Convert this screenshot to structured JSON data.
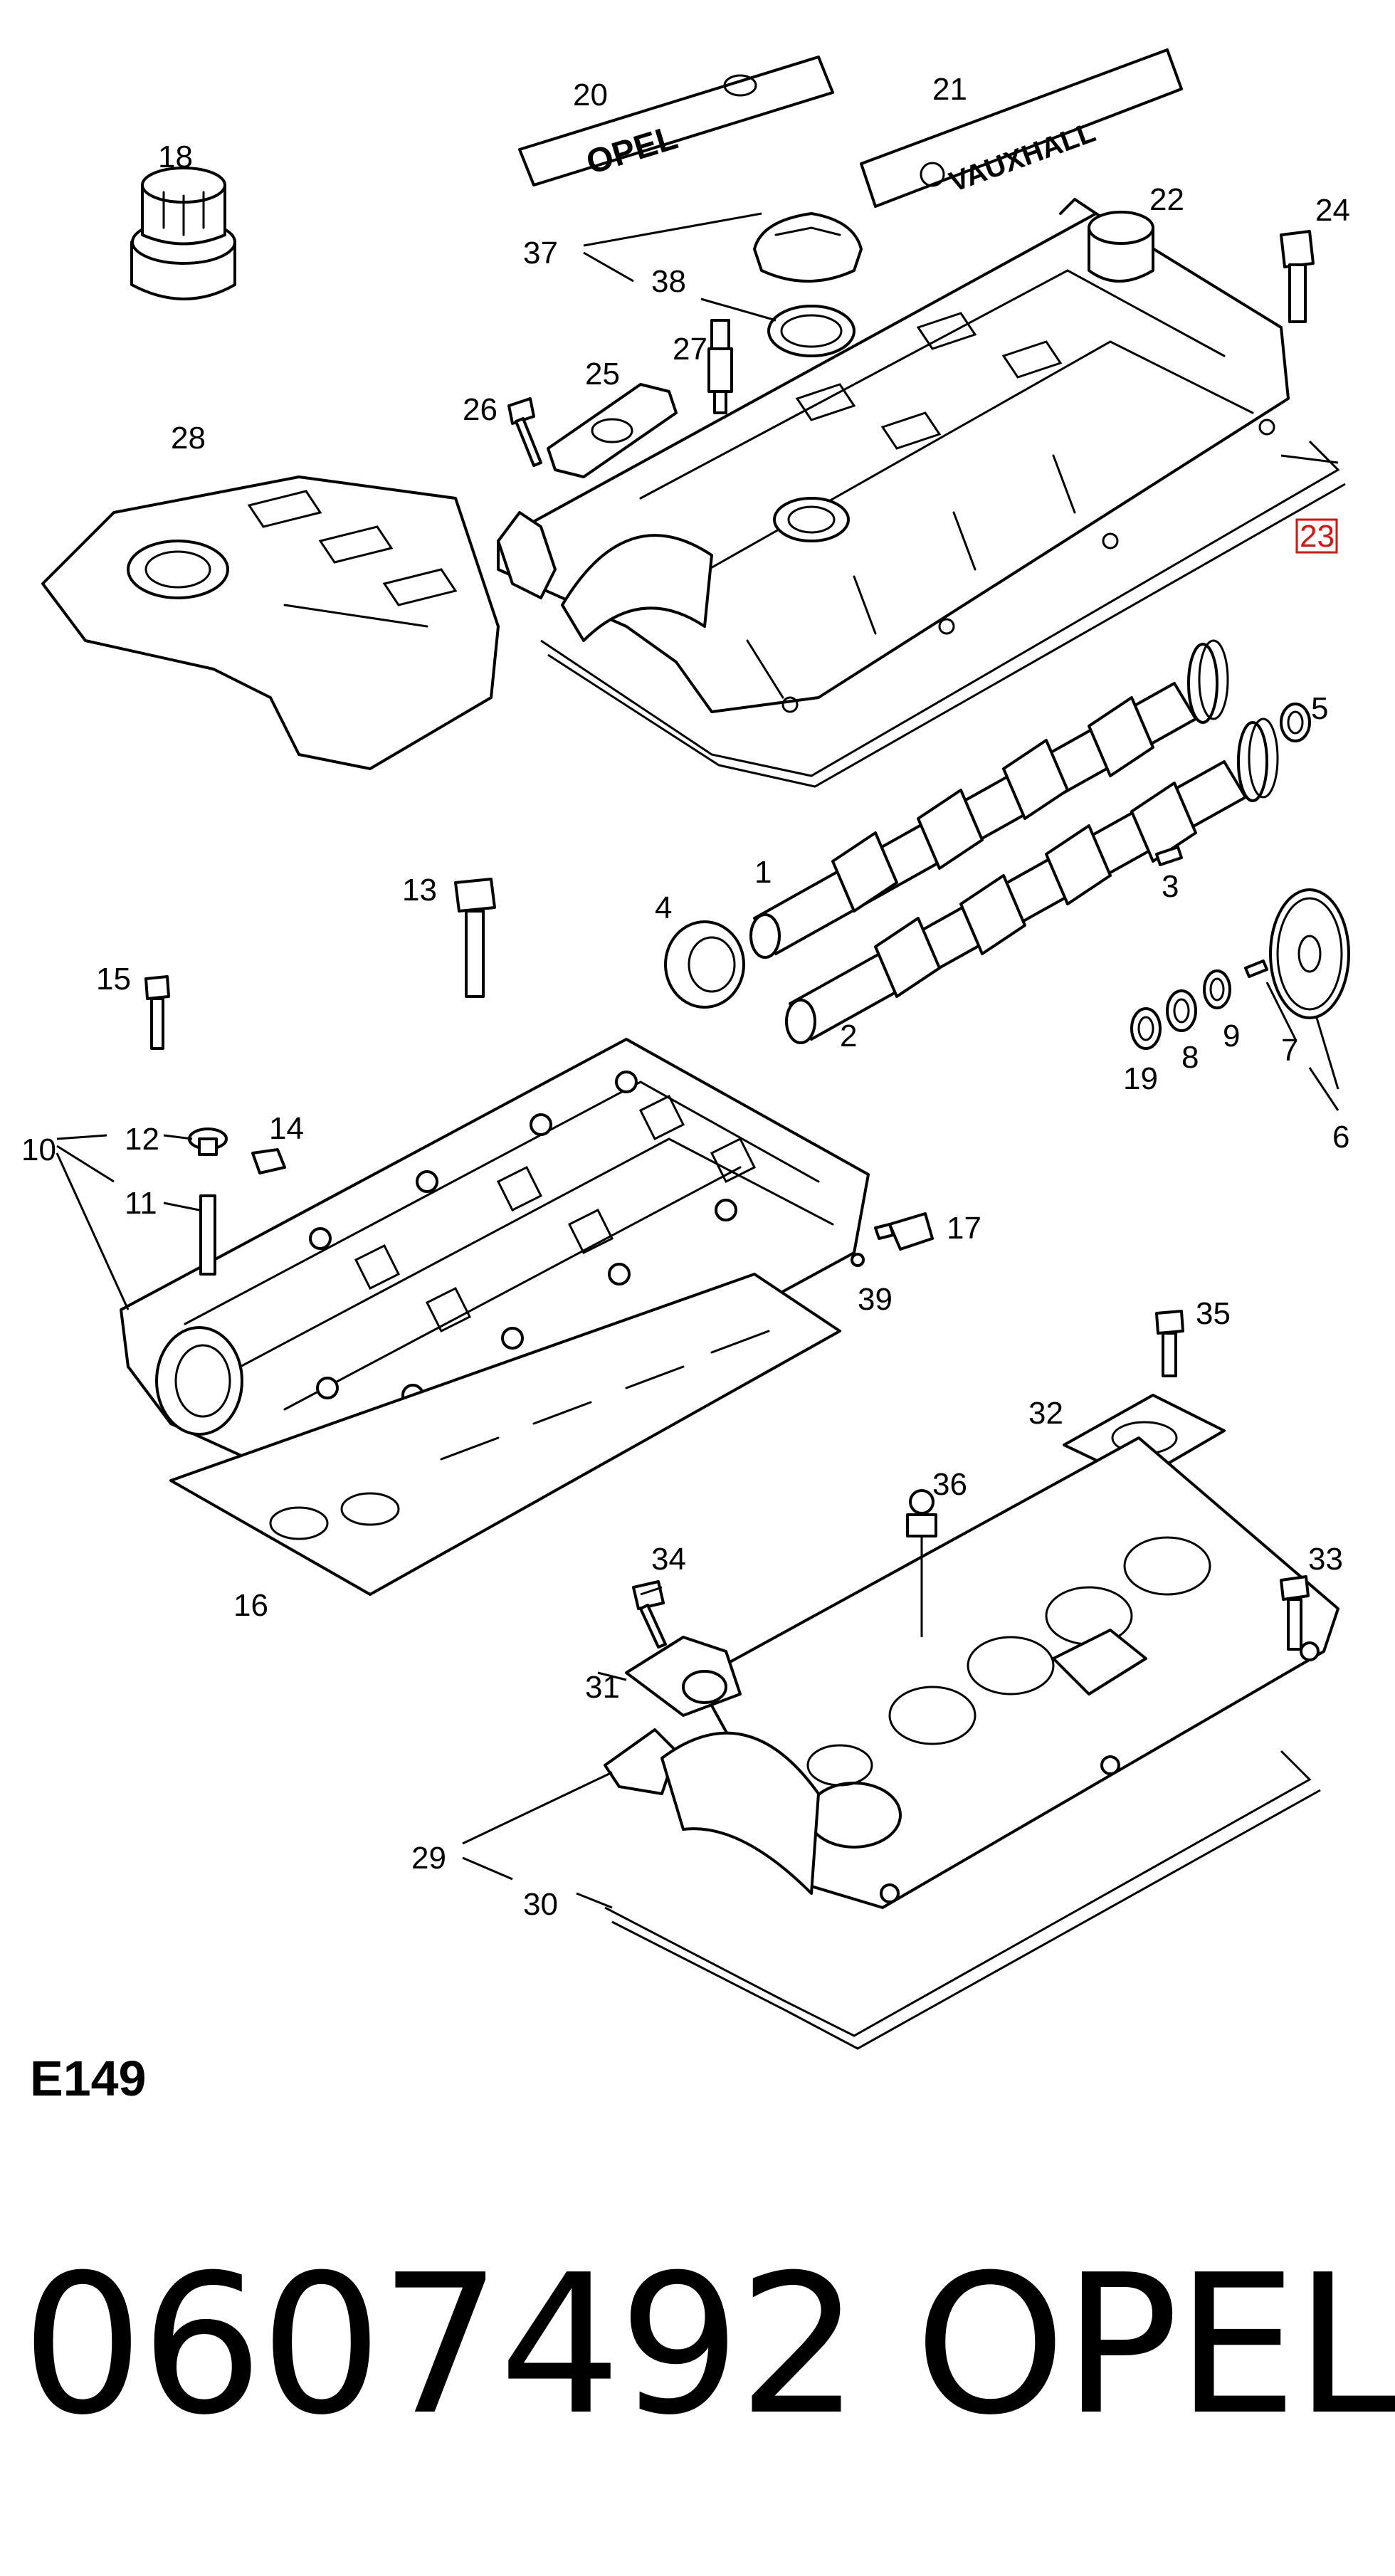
{
  "diagram": {
    "callouts": [
      "1",
      "2",
      "3",
      "4",
      "5",
      "6",
      "7",
      "8",
      "9",
      "10",
      "11",
      "12",
      "13",
      "14",
      "15",
      "16",
      "17",
      "18",
      "19",
      "20",
      "21",
      "22",
      "23",
      "24",
      "25",
      "26",
      "27",
      "28",
      "29",
      "30",
      "31",
      "32",
      "33",
      "34",
      "35",
      "36",
      "37",
      "38",
      "39"
    ],
    "highlighted_callout": "23",
    "emblems": {
      "plate_20": "OPEL",
      "plate_21": "VAUXHALL"
    },
    "highlight_color": "#d11111"
  },
  "footer": {
    "illustration_code": "E149",
    "part_number": "0607492",
    "brand": "OPEL"
  }
}
